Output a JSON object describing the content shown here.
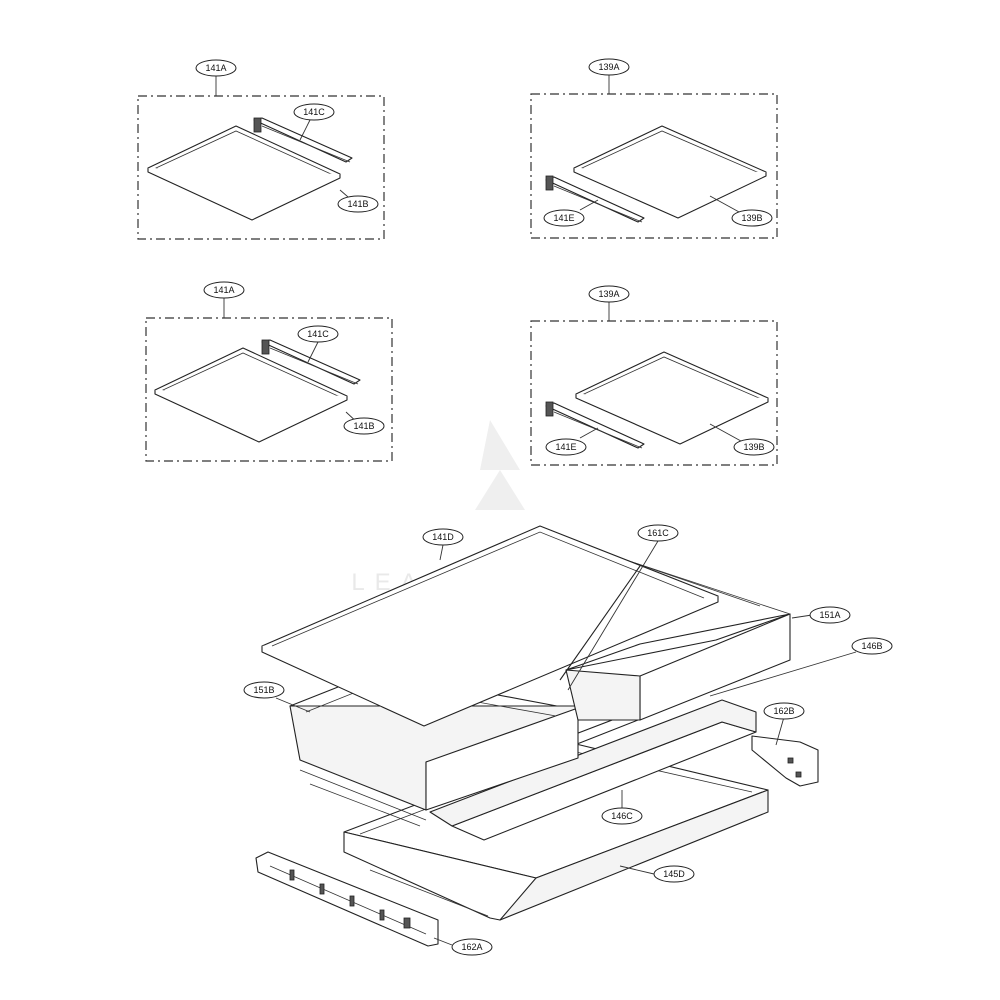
{
  "labels": {
    "141A": "141A",
    "141B": "141B",
    "141C": "141C",
    "141D": "141D",
    "141E": "141E",
    "139A": "139A",
    "139B": "139B",
    "161C": "161C",
    "151A": "151A",
    "151B": "151B",
    "146B": "146B",
    "146C": "146C",
    "162A": "162A",
    "162B": "162B",
    "145D": "145D"
  },
  "watermark": "LEADVENTURE"
}
